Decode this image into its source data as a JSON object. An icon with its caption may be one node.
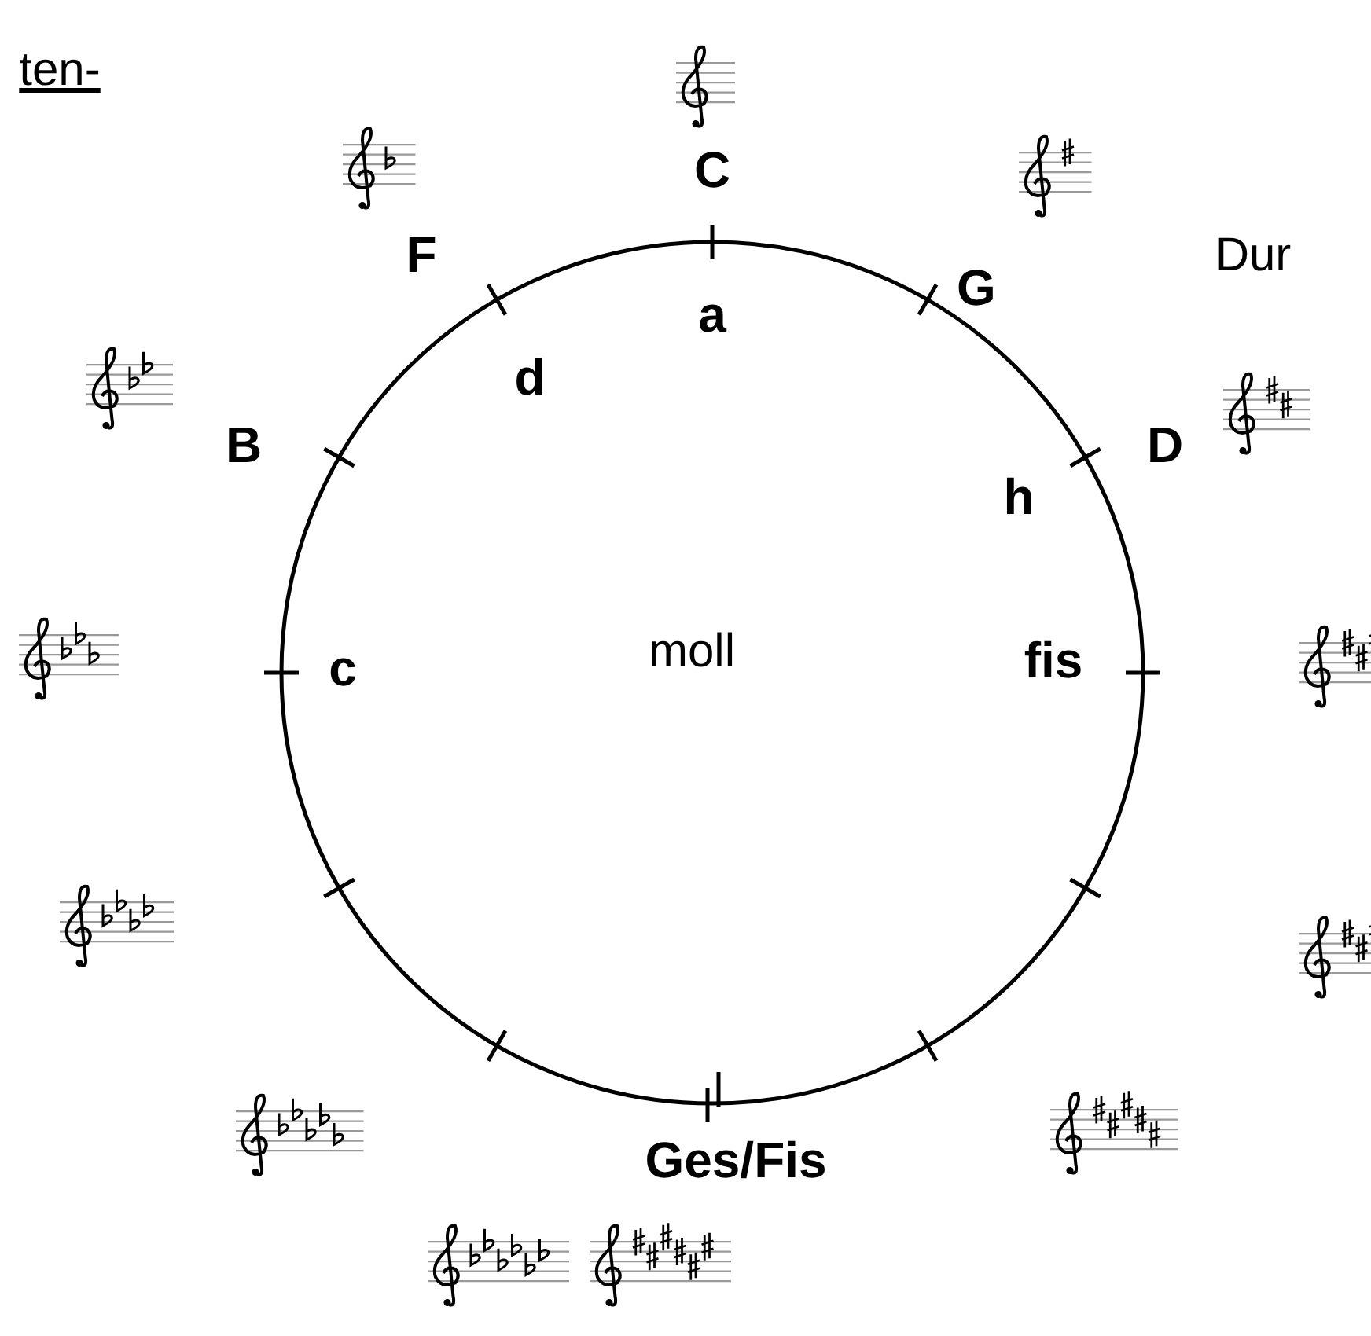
{
  "diagram": {
    "labels": [
      "ten-",
      "C",
      "F",
      "Dur",
      "G",
      "a",
      "d",
      "B",
      "D",
      "h",
      "c",
      "moll",
      "fis",
      "Ges/Fis"
    ]
  }
}
